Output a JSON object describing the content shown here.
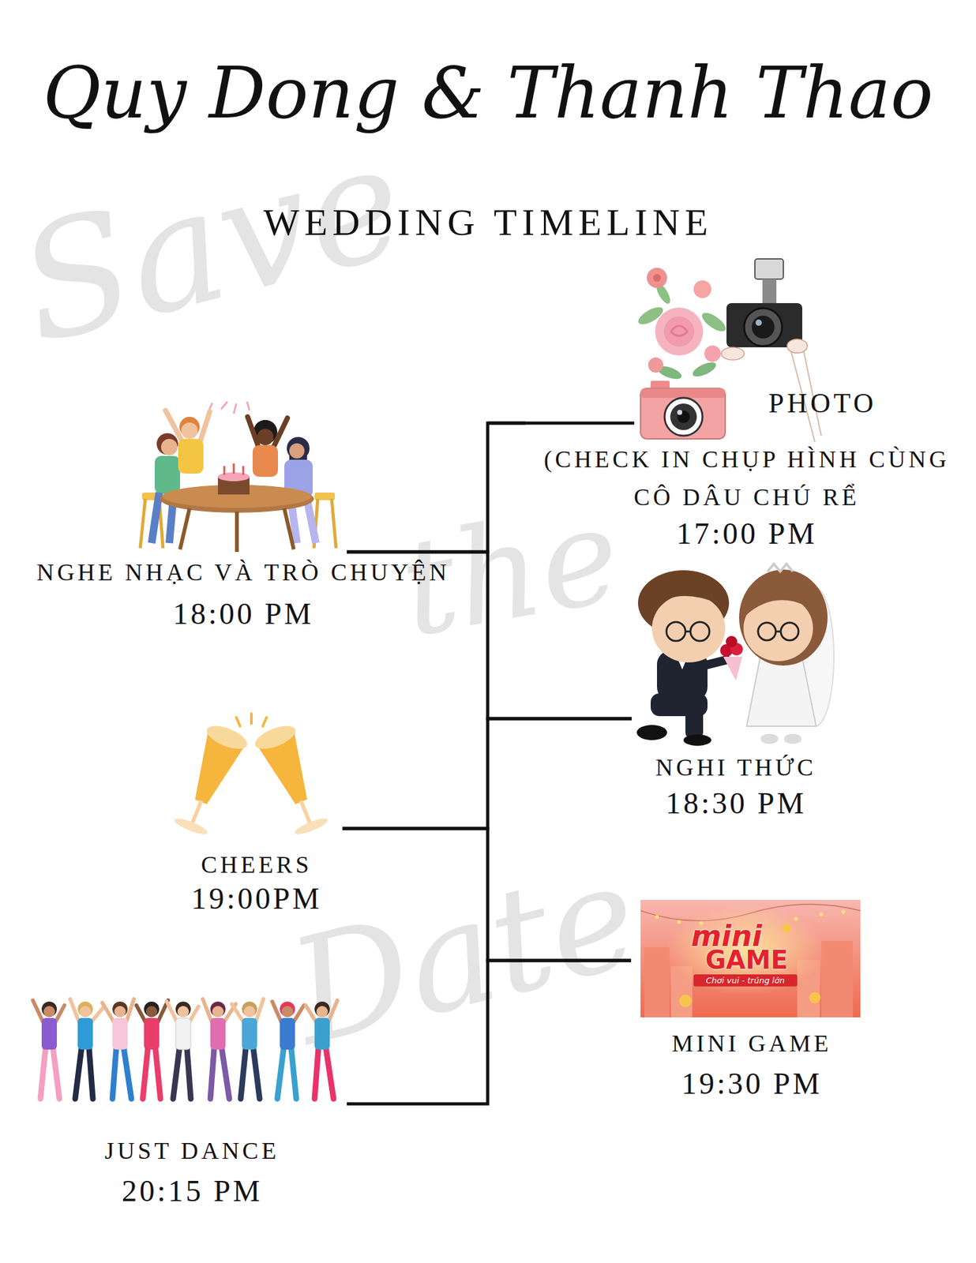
{
  "diagram": {
    "title": "Quy Dong & Thanh Thao",
    "nodes": [
      {
        "text": [
          "PHOTO",
          "(CHECK IN CHỤP HÌNH CÙNG CÔ DÂU CHÚ RỂ",
          "17:00 PM"
        ]
      },
      {
        "text": [
          "NGHE NHẠC VÀ TRÒ CHUYỆN",
          "18:00 PM"
        ]
      },
      {
        "text": [
          "NGHI THỨC",
          "18:30 PM"
        ]
      },
      {
        "text": [
          "CHEERS",
          "19:00PM"
        ]
      },
      {
        "text": [
          "MINI GAME",
          "19:30 PM"
        ]
      },
      {
        "text": [
          "JUST DANCE",
          "20:15 PM"
        ]
      }
    ],
    "edges": [
      {
        "from": 0,
        "to": 1,
        "arrow": "none"
      },
      {
        "from": 1,
        "to": 2,
        "arrow": "none"
      },
      {
        "from": 2,
        "to": 3,
        "arrow": "none"
      },
      {
        "from": 3,
        "to": 4,
        "arrow": "none"
      },
      {
        "from": 4,
        "to": 5,
        "arrow": "none"
      }
    ],
    "labels": [
      "WEDDING TIMELINE",
      "Save",
      "the",
      "Date",
      "mini",
      "GAME",
      "Chơi vui - trúng lớn"
    ]
  }
}
